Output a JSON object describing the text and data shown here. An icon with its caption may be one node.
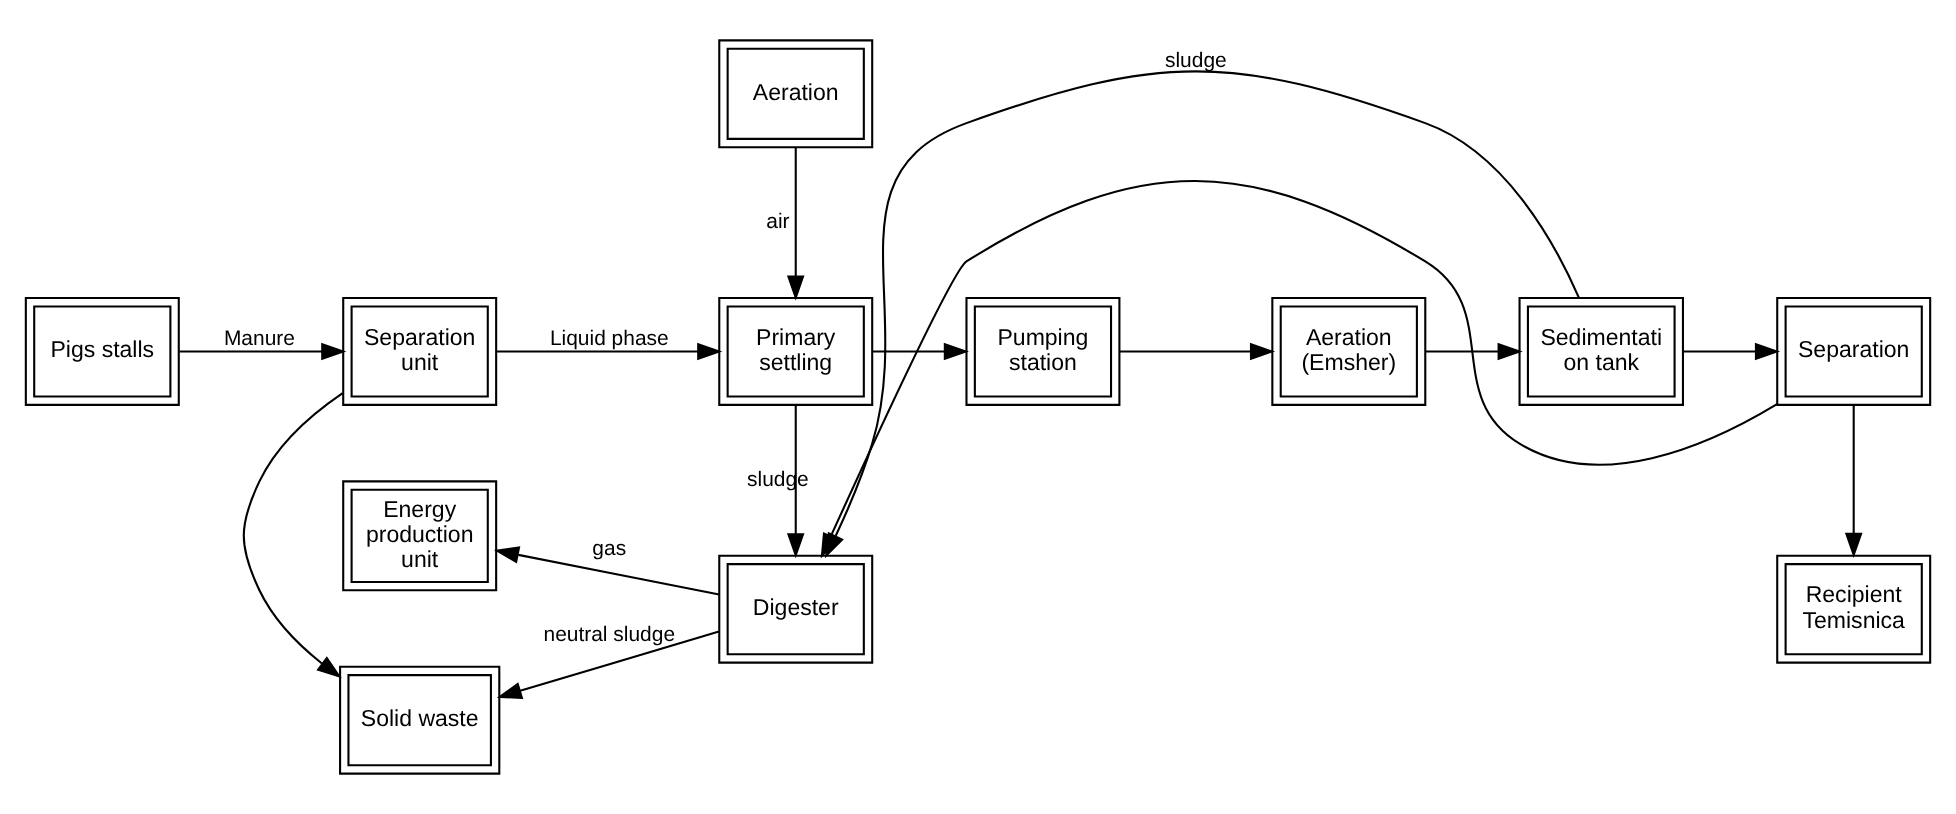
{
  "diagram": {
    "nodes": [
      {
        "text": [
          "Energy production unit"
        ]
      },
      {
        "text": [
          "Digester"
        ]
      },
      {
        "text": [
          "Solid waste"
        ]
      },
      {
        "text": [
          "Pigs stalls"
        ]
      },
      {
        "text": [
          "Separation unit"
        ]
      },
      {
        "text": [
          "Primary settling"
        ]
      },
      {
        "text": [
          "Pumping station"
        ]
      },
      {
        "text": [
          "Aeration (Emsher)"
        ]
      },
      {
        "text": [
          "Sedimentati on tank"
        ]
      },
      {
        "text": [
          "Separation"
        ]
      },
      {
        "text": [
          "Aeration"
        ]
      },
      {
        "text": [
          "Recipient Temisnica"
        ]
      }
    ],
    "edges": [
      {
        "from": 1,
        "to": 0,
        "arrow": "to",
        "label": "gas"
      },
      {
        "from": 1,
        "to": 2,
        "arrow": "to",
        "label": "neutral sludge"
      },
      {
        "from": 5,
        "to": 1,
        "arrow": "to",
        "label": "sludge"
      },
      {
        "from": 4,
        "to": 2,
        "arrow": "to"
      },
      {
        "from": 3,
        "to": 4,
        "arrow": "to",
        "label": "Manure"
      },
      {
        "from": 4,
        "to": 5,
        "arrow": "to",
        "label": "Liquid phase"
      },
      {
        "from": 5,
        "to": 6,
        "arrow": "to"
      },
      {
        "from": 6,
        "to": 7,
        "arrow": "to"
      },
      {
        "from": 7,
        "to": 8,
        "arrow": "to"
      },
      {
        "from": 8,
        "to": 9,
        "arrow": "to"
      },
      {
        "from": 10,
        "to": 5,
        "arrow": "to",
        "label": "air"
      },
      {
        "from": 8,
        "to": 1,
        "arrow": "to",
        "label": "sludge"
      },
      {
        "from": 9,
        "to": 1,
        "arrow": "to"
      },
      {
        "from": 9,
        "to": 11,
        "arrow": "to"
      }
    ]
  }
}
